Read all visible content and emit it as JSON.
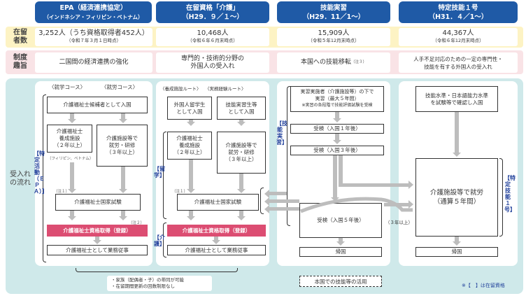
{
  "headers": [
    {
      "title": "EPA（経済連携協定）",
      "sub": "（インドネシア・フィリピン・ベトナム）"
    },
    {
      "title": "在留資格「介護」",
      "sub": "（H29．９／１～）"
    },
    {
      "title": "技能実習",
      "sub": "（H29．11／1～）"
    },
    {
      "title": "特定技能１号",
      "sub": "（H31．４／1～）"
    }
  ],
  "residents": {
    "label_line1": "在留",
    "label_line2": "者数",
    "cells": [
      {
        "value": "3,252人（うち資格取得者452人）",
        "date": "（令和７年３月１日時点）"
      },
      {
        "value": "10,468人",
        "date": "（令和６年６月末時点）"
      },
      {
        "value": "15,909人",
        "date": "（令和５年12月末時点）"
      },
      {
        "value": "44,367人",
        "date": "（令和６年12月末時点）"
      }
    ]
  },
  "purpose": {
    "label_line1": "制度",
    "label_line2": "趣旨",
    "cells": [
      {
        "line1": "二国間の経済連携の強化",
        "line2": ""
      },
      {
        "line1": "専門的・技術的分野の",
        "line2": "外国人の受入れ"
      },
      {
        "line1": "本国への技能移転",
        "note": "（注３）"
      },
      {
        "line1": "人手不足対応のための一定の専門性・",
        "line2": "技能を有する外国人の受入れ"
      }
    ]
  },
  "flow": {
    "label_line1": "受入れ",
    "label_line2": "の流れ",
    "epa": {
      "course_study": "〈就学コース〉",
      "course_work": "〈就労コース〉",
      "entry": "介護福祉士候補者として入国",
      "school": [
        "介護福祉士",
        "養成施設",
        "（２年以上）"
      ],
      "school_note": "（フィリピン、ベトナム）",
      "work": [
        "介護施設等で",
        "就労・研修",
        "（３年以上）"
      ],
      "note1": "（注１）",
      "note2": "（注２）",
      "exam": "介護福祉士国家試験",
      "qualify": "介護福祉士資格取得（登録）",
      "job": "介護福祉士として業務従事",
      "status_label": "【特定活動（ＥＰＡ）】"
    },
    "kaigo": {
      "route_school": "〈養成施設ルート〉",
      "route_work": "〈実務経験ルート〉",
      "entry_student": [
        "外国人留学生",
        "として入国"
      ],
      "entry_trainee": [
        "技能実習生等",
        "として入国"
      ],
      "school": [
        "介護福祉士",
        "養成施設",
        "（２年以上）"
      ],
      "work": [
        "介護施設等で",
        "就労・研修",
        "（３年以上）"
      ],
      "note1": "（注１）",
      "exam": "介護福祉士国家試験",
      "qualify": "介護福祉士資格取得（登録）",
      "job": "介護福祉士として業務従事",
      "status_study": "【留学】",
      "status_care": "【介護】"
    },
    "training": {
      "main": [
        "実習実施者（介護施設等）の下で",
        "実習（最大５年間）",
        "※実習の各段階で技能評価試験を受検"
      ],
      "test1": "受検（入国１年後）",
      "test3": "受検（入国３年後）",
      "test5": "受検（入国５年後）",
      "return": "帰国",
      "status_label": "【技能実習】",
      "years_note": "（３年以上）"
    },
    "ssw": {
      "entry": [
        "技能水準・日本語能力水準",
        "を試験等で確認し入国"
      ],
      "work": [
        "介護施設等で就労",
        "（通算５年間）"
      ],
      "return": "帰国",
      "status_label": "【特定技能１号】"
    },
    "family_notes": [
      "・家族（配偶者・子）の帯同が可能",
      "・在留期間更新の回数制限なし"
    ],
    "home_use": "本国での技能等の活用",
    "legend": "※【　】は在留資格"
  }
}
